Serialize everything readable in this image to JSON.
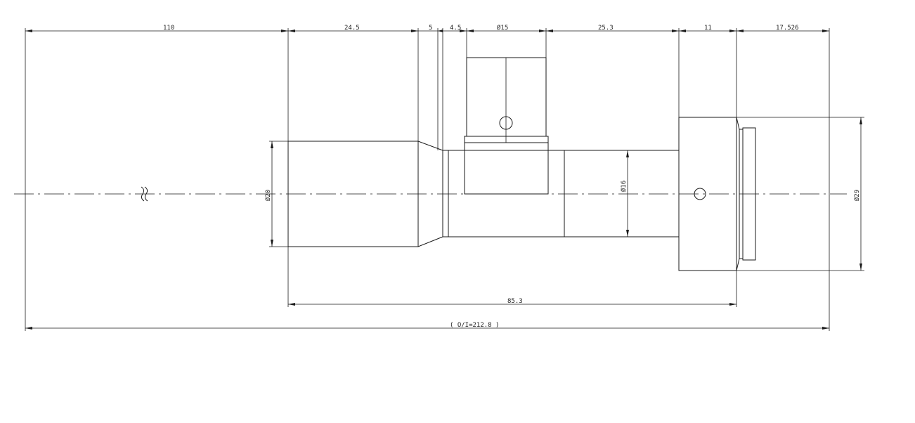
{
  "drawing": {
    "dimensions": {
      "d110": "110",
      "d24_5": "24.5",
      "d5": "5",
      "d4_5": "4.5",
      "dphi15": "Ø15",
      "d25_3": "25.3",
      "d11": "11",
      "d17_526": "17.526",
      "dphi20": "Ø20",
      "dphi16": "Ø16",
      "dphi29": "Ø29",
      "d85_3": "85.3",
      "doi": "( O/I=212.8 )"
    },
    "break_symbol": "≈"
  }
}
